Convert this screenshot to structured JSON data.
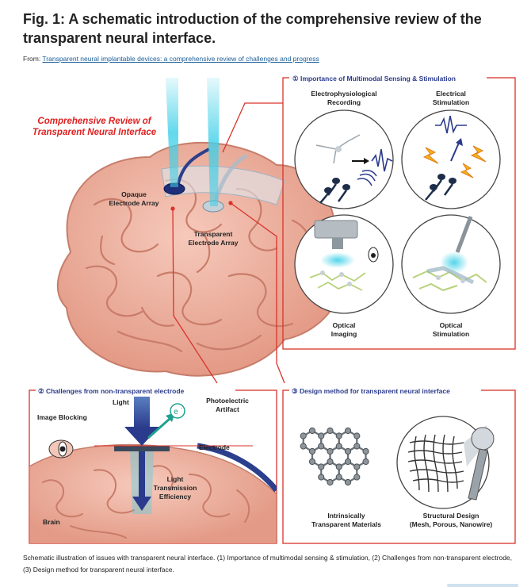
{
  "figure": {
    "title": "Fig. 1: A schematic introduction of the comprehensive review of the transparent neural interface.",
    "from_prefix": "From:",
    "source_link": "Transparent neural implantable devices: a comprehensive review of challenges and progress",
    "caption": "Schematic illustration of issues with transparent neural interface. (1) Importance of multimodal sensing & stimulation, (2) Challenges from non-transparent electrode, (3) Design method for transparent neural interface."
  },
  "diagram": {
    "main_heading_line1": "Comprehensive Review of",
    "main_heading_line2": "Transparent Neural Interface",
    "opaque_line1": "Opaque",
    "opaque_line2": "Electrode Array",
    "transparent_line1": "Transparent",
    "transparent_line2": "Electrode Array",
    "panel1": {
      "title": "① Importance of Multimodal Sensing & Stimulation",
      "q1_line1": "Electrophysiological",
      "q1_line2": "Recording",
      "q2_line1": "Electrical",
      "q2_line2": "Stimulation",
      "q3_line1": "Optical",
      "q3_line2": "Imaging",
      "q4_line1": "Optical",
      "q4_line2": "Stimulation"
    },
    "panel2": {
      "title": "② Challenges from non-transparent electrode",
      "light": "Light",
      "electron": "e",
      "electron_sup": "-",
      "artifact_line1": "Photoelectric",
      "artifact_line2": "Artifact",
      "image_blocking": "Image Blocking",
      "electrode": "Electrode",
      "lte_line1": "Light",
      "lte_line2": "Transmission",
      "lte_line3": "Efficiency",
      "brain": "Brain"
    },
    "panel3": {
      "title": "③ Design method for transparent neural interface",
      "mat_line1": "Intrinsically",
      "mat_line2": "Transparent Materials",
      "struct_line1": "Structural Design",
      "struct_line2": "(Mesh, Porous, Nanowire)"
    },
    "colors": {
      "accent_red": "#d9332b",
      "title_red": "#e02020",
      "brain_pink": "#f2b8a8",
      "brain_shade": "#d98c7a",
      "beam_cyan": "#3fd0e8",
      "panel_blue": "#2a3a8c"
    }
  }
}
